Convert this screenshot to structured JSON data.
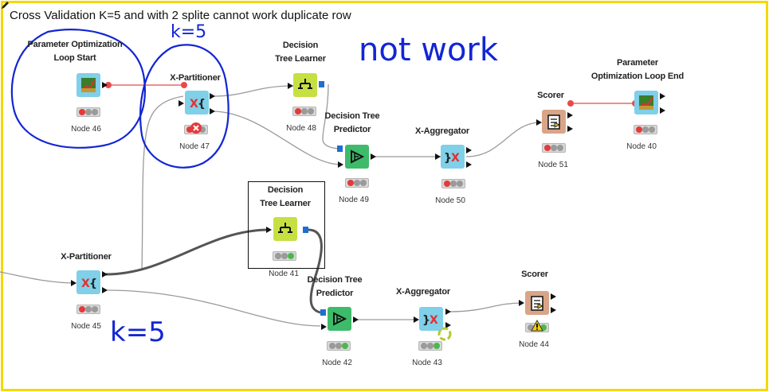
{
  "title": "Cross Validation K=5 and with 2 splite  cannot work duplicate row",
  "annotations": {
    "k_top": "k=5",
    "not_work": "not work",
    "k_bottom": "k=5"
  },
  "colors": {
    "frame": "#f5d800",
    "loop": "#7fd0e8",
    "partitioner": "#7fd0e8",
    "learner": "#c6e042",
    "predictor": "#3dbb6a",
    "aggregator": "#7fd0e8",
    "scorer": "#d9a589",
    "annotation": "#1226d4",
    "variable_wire": "#e84a4a"
  },
  "nodes": [
    {
      "id": "n46",
      "label": "Parameter Optimization\nLoop Start",
      "node_id": "Node 46",
      "icon": "line-chart-icon",
      "status": [
        "red",
        "gray",
        "gray"
      ]
    },
    {
      "id": "n47",
      "label": "X-Partitioner",
      "node_id": "Node 47",
      "icon": "partition-icon",
      "status": [
        "red",
        "gray",
        "gray"
      ],
      "error": true
    },
    {
      "id": "n48",
      "label": "Decision\nTree Learner",
      "node_id": "Node 48",
      "icon": "tree-learner-icon",
      "status": [
        "red",
        "gray",
        "gray"
      ]
    },
    {
      "id": "n49",
      "label": "Decision Tree\nPredictor",
      "node_id": "Node 49",
      "icon": "predictor-icon",
      "status": [
        "red",
        "gray",
        "gray"
      ]
    },
    {
      "id": "n50",
      "label": "X-Aggregator",
      "node_id": "Node 50",
      "icon": "aggregator-icon",
      "status": [
        "red",
        "gray",
        "gray"
      ]
    },
    {
      "id": "n51",
      "label": "Scorer",
      "node_id": "Node 51",
      "icon": "scorer-icon",
      "status": [
        "red",
        "gray",
        "gray"
      ]
    },
    {
      "id": "n40",
      "label": "Parameter\nOptimization Loop End",
      "node_id": "Node 40",
      "icon": "line-chart-icon",
      "status": [
        "red",
        "gray",
        "gray"
      ]
    },
    {
      "id": "n45",
      "label": "X-Partitioner",
      "node_id": "Node 45",
      "icon": "partition-icon",
      "status": [
        "red",
        "gray",
        "gray"
      ]
    },
    {
      "id": "n41",
      "label": "Decision\nTree Learner",
      "node_id": "Node 41",
      "icon": "tree-learner-icon",
      "status": [
        "gray",
        "gray",
        "green"
      ]
    },
    {
      "id": "n42",
      "label": "Decision Tree\nPredictor",
      "node_id": "Node 42",
      "icon": "predictor-icon",
      "status": [
        "gray",
        "gray",
        "green"
      ]
    },
    {
      "id": "n43",
      "label": "X-Aggregator",
      "node_id": "Node 43",
      "icon": "aggregator-icon",
      "status": [
        "gray",
        "gray",
        "green"
      ],
      "executing": true
    },
    {
      "id": "n44",
      "label": "Scorer",
      "node_id": "Node 44",
      "icon": "scorer-icon",
      "status": [
        "gray",
        "gray",
        "green"
      ],
      "warning": true
    }
  ]
}
